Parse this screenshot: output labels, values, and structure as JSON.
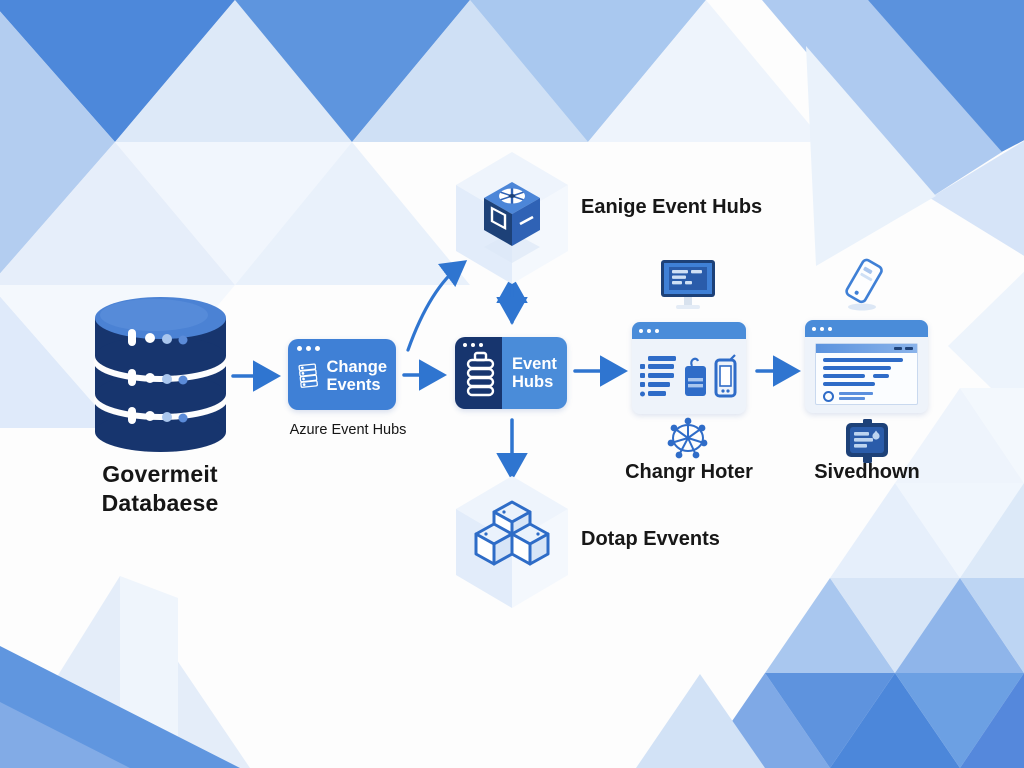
{
  "colors": {
    "arrow": "#2f75d0",
    "navy": "#17356e",
    "box_blue": "#3f80d6",
    "bar_blue": "#4a8cd9",
    "pale_node_fill": "#ebf2fb",
    "text": "#171717",
    "background": "#fdfdfd"
  },
  "nodes": {
    "source": {
      "line1": "Govermeit",
      "line2": "Databaese",
      "icon": "database-icon"
    },
    "change_events": {
      "line1": "Change",
      "line2": "Events",
      "caption": "Azure Event Hubs",
      "icon": "server-stack-icon"
    },
    "event_hubs": {
      "line1": "Event",
      "line2": "Hubs",
      "icon": "coil-stack-icon"
    },
    "top_event": {
      "label": "Eanige Event Hubs",
      "icon": "cube-wheel-icon"
    },
    "bottom_event": {
      "label": "Dotap Evvents",
      "icon": "stacked-cubes-icon"
    },
    "consumer": {
      "label": "Changr Hoter",
      "icons": [
        "monitor-icon",
        "checklist-icon",
        "card-reader-icon",
        "smartphone-icon",
        "network-globe-icon"
      ]
    },
    "viewer": {
      "label": "Sivedhown",
      "icons": [
        "tilted-phone-icon",
        "document-window-icon",
        "signboard-icon"
      ]
    }
  },
  "connections": [
    "source -> change_events",
    "change_events -> event_hubs",
    "change_events -> top_event (curved)",
    "event_hubs <-> top_event",
    "event_hubs -> bottom_event",
    "event_hubs -> consumer",
    "consumer -> viewer"
  ]
}
